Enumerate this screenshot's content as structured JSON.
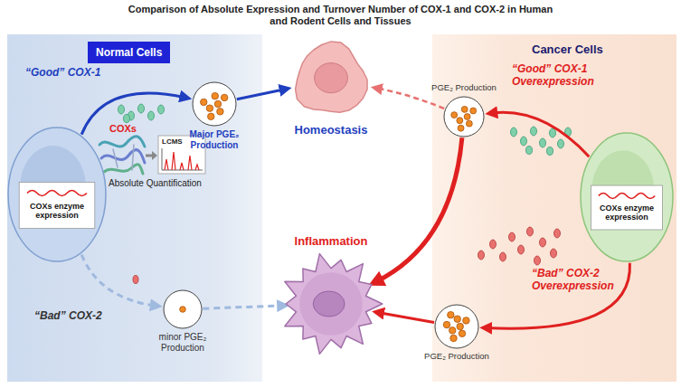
{
  "diagram": {
    "title": "Comparison of Absolute Expression and Turnover Number of COX-1 and COX-2 in Human and Rodent Cells and Tissues",
    "nodes": [
      {
        "text": [
          "Normal Cells"
        ]
      },
      {
        "text": [
          "COXs enzyme expression"
        ]
      },
      {
        "text": [
          "Major PGE₂ Production"
        ]
      },
      {
        "text": [
          "Homeostasis"
        ]
      },
      {
        "text": [
          "Inflammation"
        ]
      },
      {
        "text": [
          "minor PGE₂ Production"
        ]
      },
      {
        "text": [
          "PGE₂ Production"
        ]
      },
      {
        "text": [
          "COXs enzyme expression"
        ]
      },
      {
        "text": [
          "PGE₂ Production"
        ]
      }
    ],
    "edges": [
      {
        "from": 1,
        "to": 2,
        "label": "“Good” COX-1",
        "arrow": "to"
      },
      {
        "from": 2,
        "to": 3,
        "arrow": "to"
      },
      {
        "from": 1,
        "to": 5,
        "label": "“Bad” COX-2",
        "arrow": "to"
      },
      {
        "from": 5,
        "to": 4,
        "arrow": "to"
      },
      {
        "from": 7,
        "to": 6,
        "label": "“Good” COX-1 Overexpression",
        "arrow": "to"
      },
      {
        "from": 6,
        "to": 3,
        "arrow": "to"
      },
      {
        "from": 6,
        "to": 4,
        "arrow": "to"
      },
      {
        "from": 7,
        "to": 8,
        "label": "“Bad” COX-2 Overexpression",
        "arrow": "to"
      },
      {
        "from": 8,
        "to": 4,
        "arrow": "to"
      }
    ],
    "labels": [
      "COXs",
      "LCMS",
      "Absolute Quantification",
      "Cancer Cells"
    ]
  }
}
